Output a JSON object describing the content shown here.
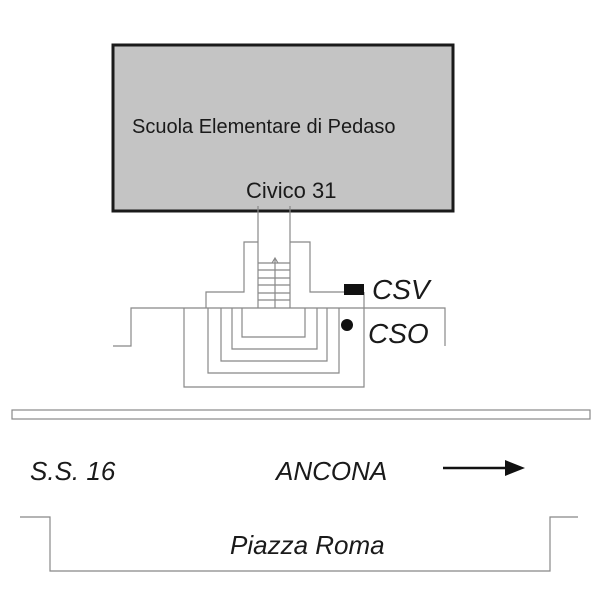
{
  "building": {
    "name": "Scuola Elementare di Pedaso",
    "number": "Civico 31",
    "fill": "#c4c4c4"
  },
  "markers": {
    "csv": "CSV",
    "cso": "CSO"
  },
  "road": {
    "name": "S.S. 16",
    "direction": "ANCONA"
  },
  "square": {
    "name": "Piazza Roma"
  },
  "colors": {
    "line": "#888888",
    "ink": "#111111"
  }
}
